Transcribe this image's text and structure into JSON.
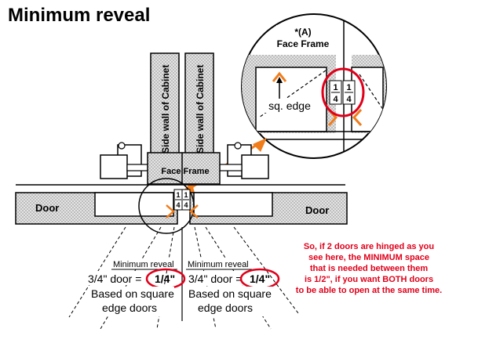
{
  "title": "Minimum reveal",
  "detail": {
    "label_line1": "*(A)",
    "label_line2": "Face Frame",
    "edge_label": "sq. edge",
    "frac_num": "1",
    "frac_den": "4"
  },
  "cabinet": {
    "left_wall": "Side wall of Cabinet",
    "right_wall": "Side wall of Cabinet",
    "face_frame": "Face Frame",
    "left_door": "Door",
    "right_door": "Door",
    "frac_num": "1",
    "frac_den": "4"
  },
  "left_note": {
    "heading": "Minimum reveal",
    "door_text": "3/4\" door =",
    "value": "1/4\"",
    "line2": "Based on square",
    "line3": "edge doors"
  },
  "right_note": {
    "heading": "Minimum reveal",
    "door_text": "3/4\" door =",
    "value": "1/4\"",
    "line2": "Based on square",
    "line3": "edge doors"
  },
  "callout": {
    "line1": "So, if 2 doors are hinged as you",
    "line2": "see here, the MINIMUM space",
    "line3": "that is needed between them",
    "line4": "is 1/2\", if you want BOTH doors",
    "line5": "to be able to open at the same time."
  },
  "colors": {
    "accent_orange": "#f07c1a",
    "highlight_red": "#e0001a",
    "hatch_gray": "#c8c8c8",
    "line_black": "#000000"
  }
}
